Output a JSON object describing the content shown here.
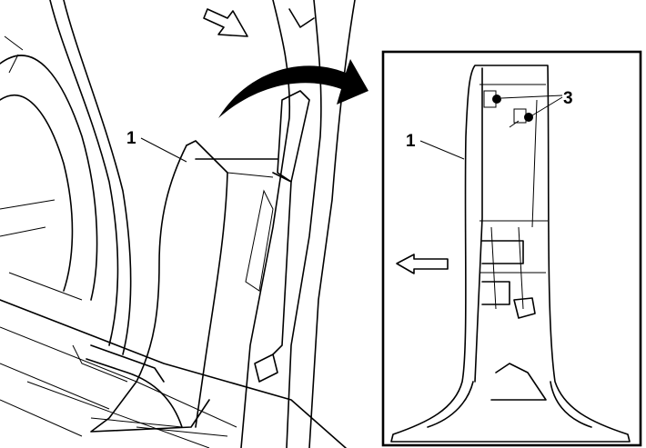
{
  "callouts": {
    "main_trim_panel": "1",
    "inset_trim_panel": "1",
    "inset_fasteners": "3"
  },
  "colors": {
    "ink": "#000000",
    "paper": "#ffffff"
  }
}
